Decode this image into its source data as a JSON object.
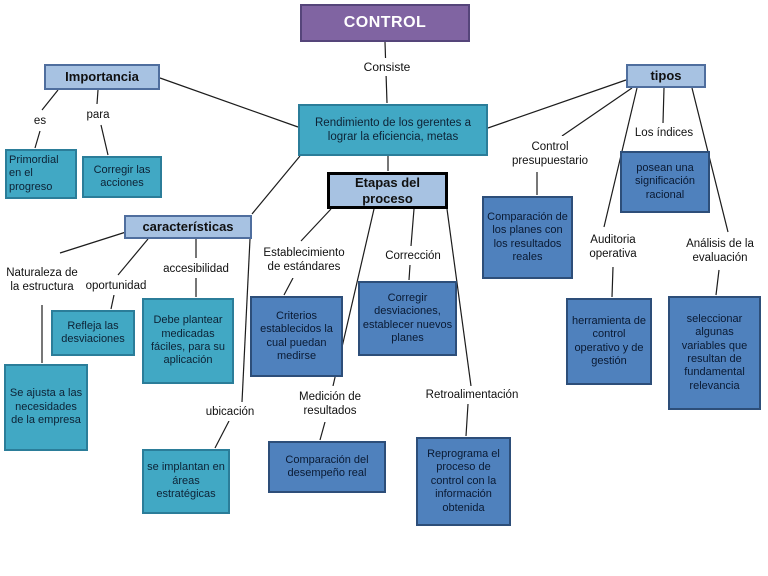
{
  "diagram_title": "CONTROL",
  "colors": {
    "background": "#ffffff",
    "purple_fill": "#8064A2",
    "purple_border": "#55457A",
    "header_fill": "#A7C2E2",
    "header_border": "#4F6E9E",
    "etapas_border": "#000000",
    "teal_fill": "#41A8C4",
    "teal_border": "#2B7D99",
    "dark_fill": "#4F81BD",
    "dark_border": "#2D4E79",
    "line": "#1c1c1c"
  },
  "nodes": {
    "control": "CONTROL",
    "consiste": "Consiste",
    "importancia": "Importancia",
    "tipos": "tipos",
    "es": "es",
    "para": "para",
    "primordial": "Primordial en el progreso",
    "corregir_acciones": "Corregir las acciones",
    "rendimiento": "Rendimiento de los gerentes a lograr la eficiencia, metas",
    "etapas": "Etapas del proceso",
    "control_presupuestario": "Control presupuestario",
    "los_indices": "Los índices",
    "posean": "posean una significación racional",
    "comparacion_planes": "Comparación de los planes con los resultados reales",
    "auditoria": "Auditoria operativa",
    "analisis": "Análisis de la evaluación",
    "caracteristicas": "características",
    "naturaleza": "Naturaleza de la estructura",
    "oportunidad": "oportunidad",
    "accesibilidad": "accesibilidad",
    "establecimiento": "Establecimiento de estándares",
    "correccion": "Corrección",
    "refleja": "Refleja las desviaciones",
    "debe_plantear": "Debe plantear medicadas fáciles, para su aplicación",
    "criterios": "Criterios establecidos la cual puedan medirse",
    "corregir_desviaciones": "Corregir desviaciones, establecer nuevos planes",
    "herramienta": "herramienta de control operativo y de gestión",
    "seleccionar": "seleccionar algunas variables que resultan de fundamental relevancia",
    "se_ajusta": "Se ajusta a las necesidades de la empresa",
    "ubicacion": "ubicación",
    "se_implantan": "se implantan en áreas estratégicas",
    "medicion": "Medición de resultados",
    "retroalimentacion": "Retroalimentación",
    "comparacion_desempeno": "Comparación del desempeño real",
    "reprograma": "Reprograma el proceso de control con la información obtenida"
  }
}
